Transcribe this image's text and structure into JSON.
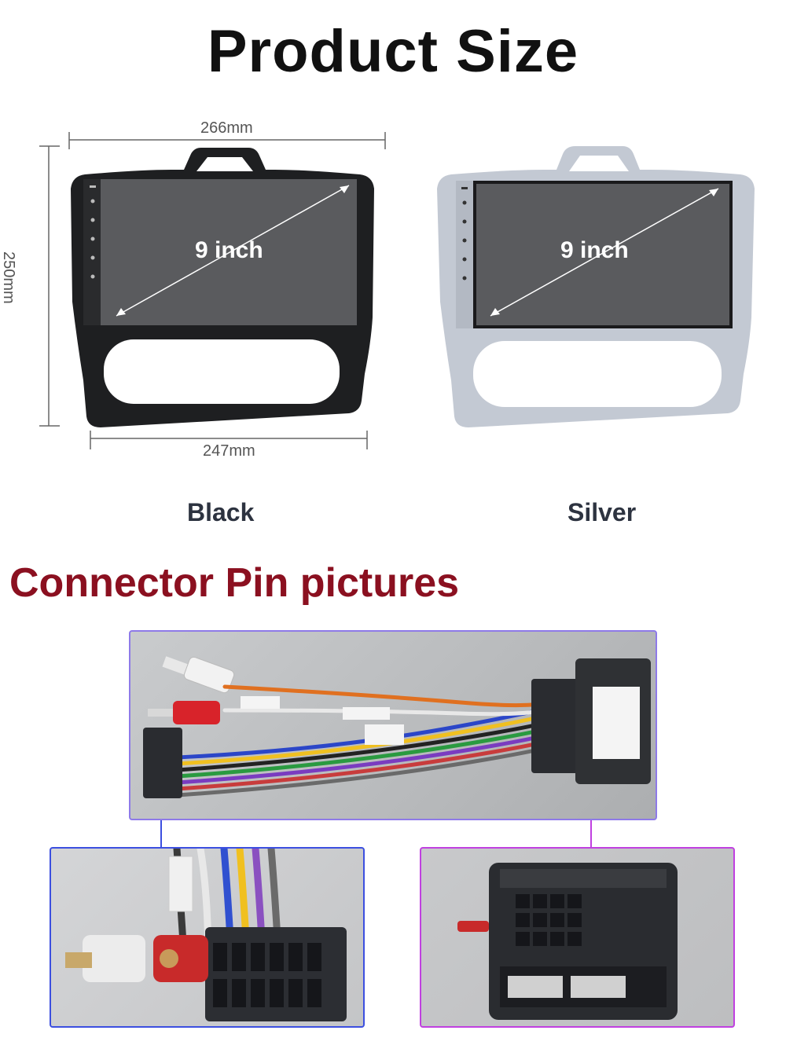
{
  "header": {
    "title": "Product Size"
  },
  "dimensions": {
    "width_top": "266mm",
    "width_bottom": "247mm",
    "height": "250mm"
  },
  "variants": [
    {
      "label": "Black",
      "screen_label": "9 inch",
      "bezel_color": "#1e1f21"
    },
    {
      "label": "Silver",
      "screen_label": "9 inch",
      "bezel_color": "#c3c9d3"
    }
  ],
  "section2": {
    "title": "Connector Pin pictures"
  },
  "colors": {
    "title": "#111111",
    "section_title": "#8b1020",
    "variant_label": "#2d3340",
    "screen": "#5a5b5e",
    "frame_blue": "#3c4fe0",
    "frame_purple": "#c040e0"
  }
}
